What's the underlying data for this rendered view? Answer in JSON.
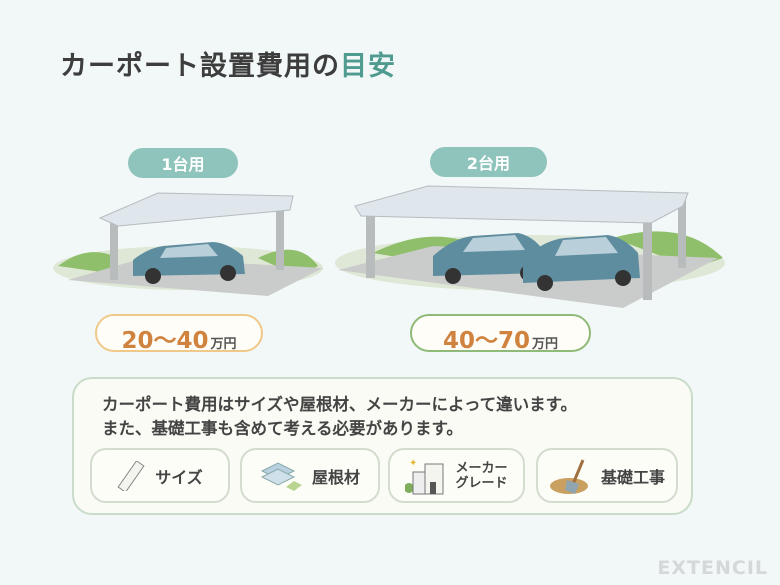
{
  "title": {
    "main": "カーポート設置費用の",
    "accent": "目安"
  },
  "options": [
    {
      "label": "1台用",
      "price": "20〜40",
      "unit": "万円"
    },
    {
      "label": "2台用",
      "price": "40〜70",
      "unit": "万円"
    }
  ],
  "info": {
    "line1": "カーポート費用はサイズや屋根材、メーカーによって違います。",
    "line2": "また、基礎工事も含めて考える必要があります。",
    "factors": [
      {
        "label": "サイズ",
        "icon": "ruler-icon"
      },
      {
        "label": "屋根材",
        "icon": "roof-panel-icon"
      },
      {
        "label_line1": "メーカー",
        "label_line2": "グレード",
        "icon": "building-icon"
      },
      {
        "label": "基礎工事",
        "icon": "shovel-icon"
      }
    ]
  },
  "watermark": "EXTENCIL",
  "colors": {
    "accent": "#4f9b90",
    "badge": "#8fc4bc",
    "price": "#d0823f",
    "pill1_border": "#f0c98a",
    "pill2_border": "#8fba78"
  }
}
